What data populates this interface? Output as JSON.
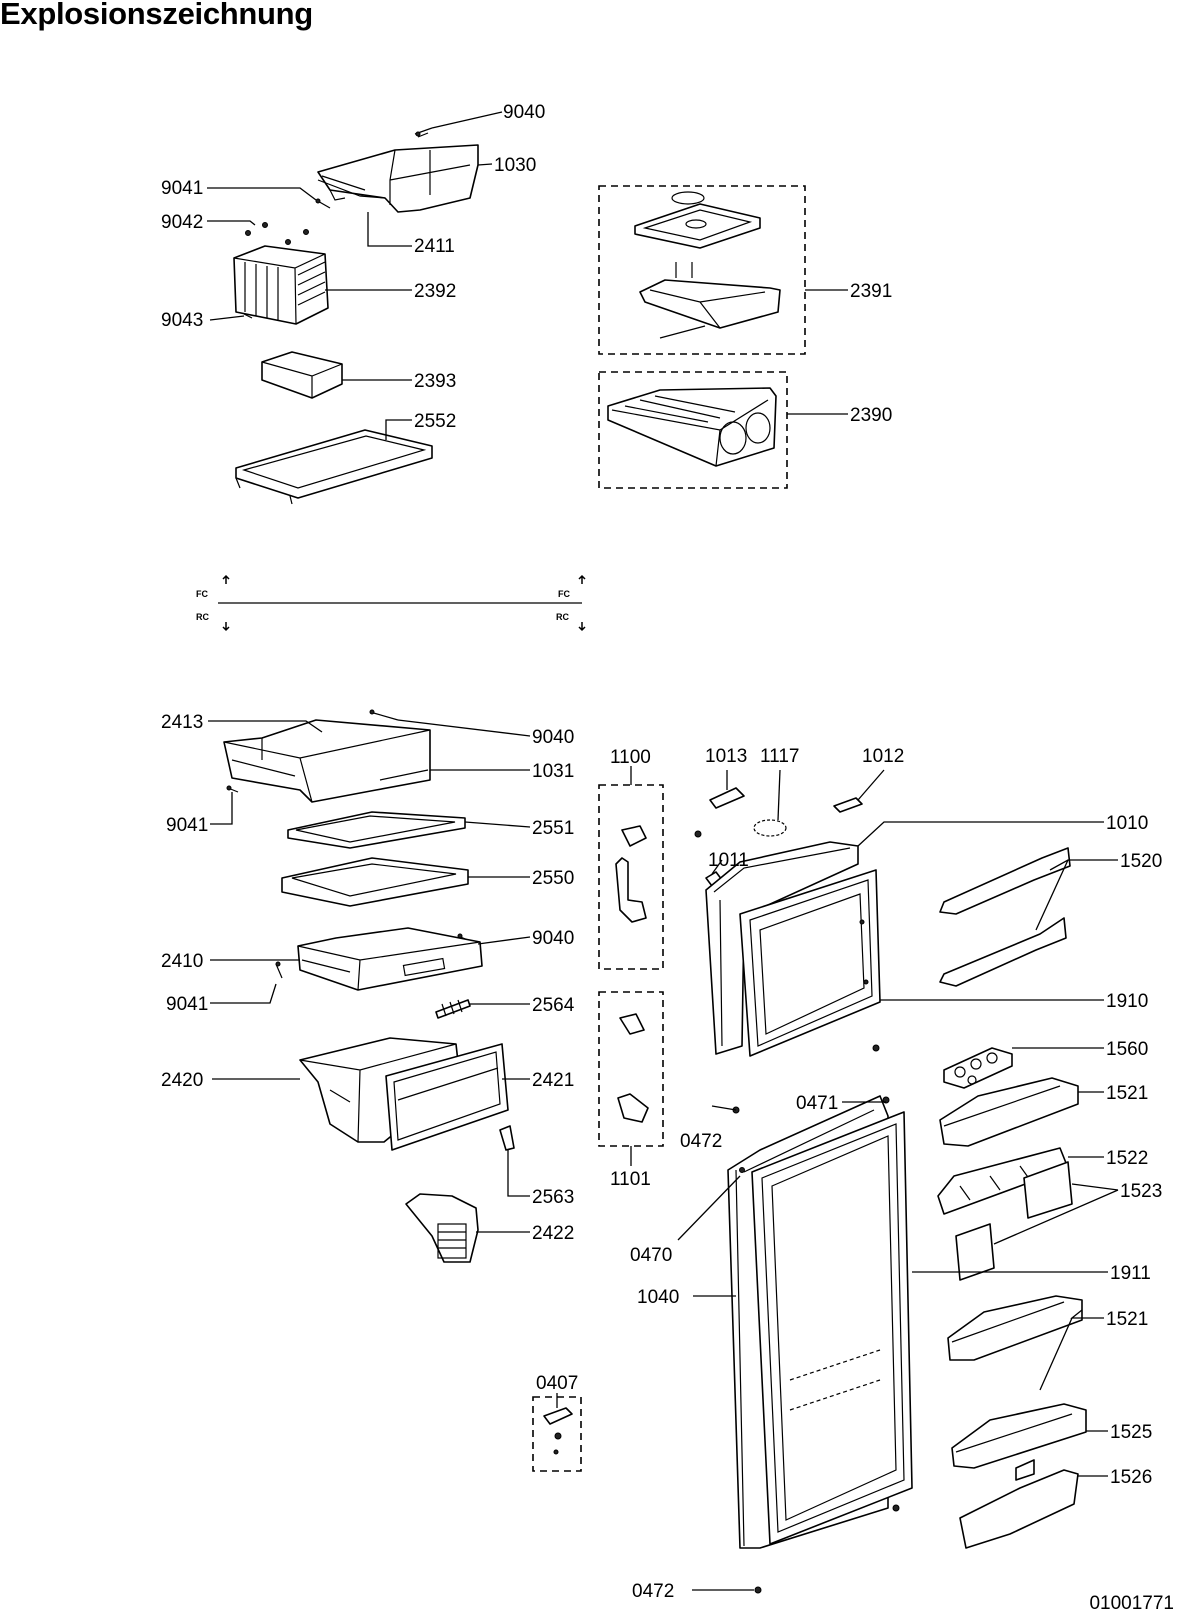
{
  "title": "Explosionszeichnung",
  "document_number": "01001771",
  "divider": {
    "left_top": "FC",
    "left_bottom": "RC",
    "right_top": "FC",
    "right_bottom": "RC"
  },
  "labels": {
    "p9040a": "9040",
    "p1030": "1030",
    "p9041a": "9041",
    "p9042": "9042",
    "p2411": "2411",
    "p2392": "2392",
    "p9043": "9043",
    "p2393": "2393",
    "p2552": "2552",
    "p2391": "2391",
    "p2390": "2390",
    "p2413": "2413",
    "p9040b": "9040",
    "p1031": "1031",
    "p9041b": "9041",
    "p2551": "2551",
    "p2550": "2550",
    "p9040c": "9040",
    "p2410": "2410",
    "p9041c": "9041",
    "p2564": "2564",
    "p2420": "2420",
    "p2421": "2421",
    "p2563": "2563",
    "p2422": "2422",
    "p0407": "0407",
    "p1100": "1100",
    "p1101": "1101",
    "p1013": "1013",
    "p1117": "1117",
    "p1012": "1012",
    "p1010": "1010",
    "p1011": "1011",
    "p1520": "1520",
    "p1910": "1910",
    "p1560": "1560",
    "p1521a": "1521",
    "p0471": "0471",
    "p0472a": "0472",
    "p1522": "1522",
    "p1523": "1523",
    "p0470": "0470",
    "p1911": "1911",
    "p1040": "1040",
    "p1521b": "1521",
    "p1525": "1525",
    "p1526": "1526",
    "p0472b": "0472"
  }
}
